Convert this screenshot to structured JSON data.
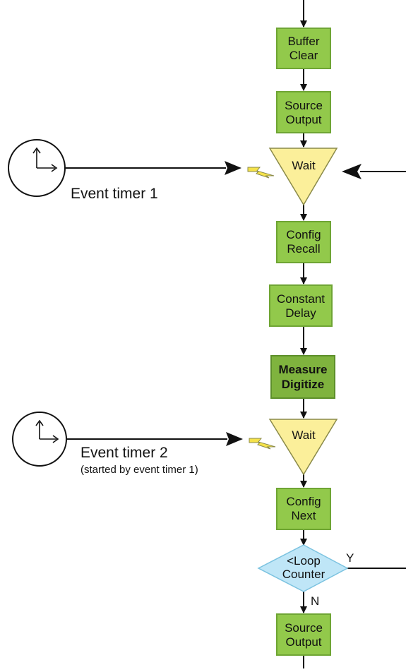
{
  "blocks": {
    "buffer_clear": {
      "line1": "Buffer",
      "line2": "Clear"
    },
    "source_output_1": {
      "line1": "Source",
      "line2": "Output"
    },
    "wait_1": "Wait",
    "config_recall": {
      "line1": "Config",
      "line2": "Recall"
    },
    "constant_delay": {
      "line1": "Constant",
      "line2": "Delay"
    },
    "measure_digitize": {
      "line1": "Measure",
      "line2": "Digitize"
    },
    "wait_2": "Wait",
    "config_next": {
      "line1": "Config",
      "line2": "Next"
    },
    "loop_counter": {
      "line1": "<Loop",
      "line2": "Counter"
    },
    "source_output_2": {
      "line1": "Source",
      "line2": "Output"
    }
  },
  "timers": {
    "timer1": {
      "label": "Event timer 1"
    },
    "timer2": {
      "label": "Event timer 2",
      "note": "(started by event timer 1)"
    }
  },
  "branches": {
    "yes": "Y",
    "no": "N"
  },
  "colors": {
    "block_fill": "#92c94b",
    "block_highlight_fill": "#7fb33e",
    "wait_fill": "#fbef9a",
    "decision_fill": "#bfe6f7",
    "trigger_bolt": "#f5e24a",
    "line": "#111111"
  },
  "icons": [
    "clock-icon",
    "lightning-trigger-icon"
  ]
}
